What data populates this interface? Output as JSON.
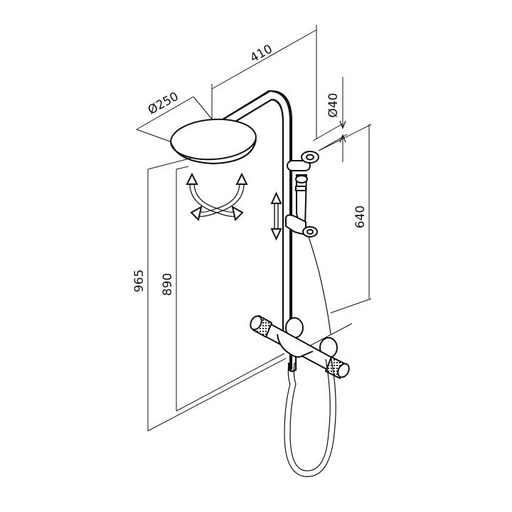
{
  "diagram": {
    "dimensions": {
      "arm_length": "410",
      "head_diameter": "Ø250",
      "pipe_diameter": "Ø40",
      "rail_length": "640",
      "total_height": "965",
      "head_height": "890"
    },
    "icons": {
      "rotation": "rotate-arrows-icon",
      "slide": "vertical-double-arrow-icon"
    },
    "colors": {
      "line": "#111111",
      "background": "#ffffff"
    }
  }
}
